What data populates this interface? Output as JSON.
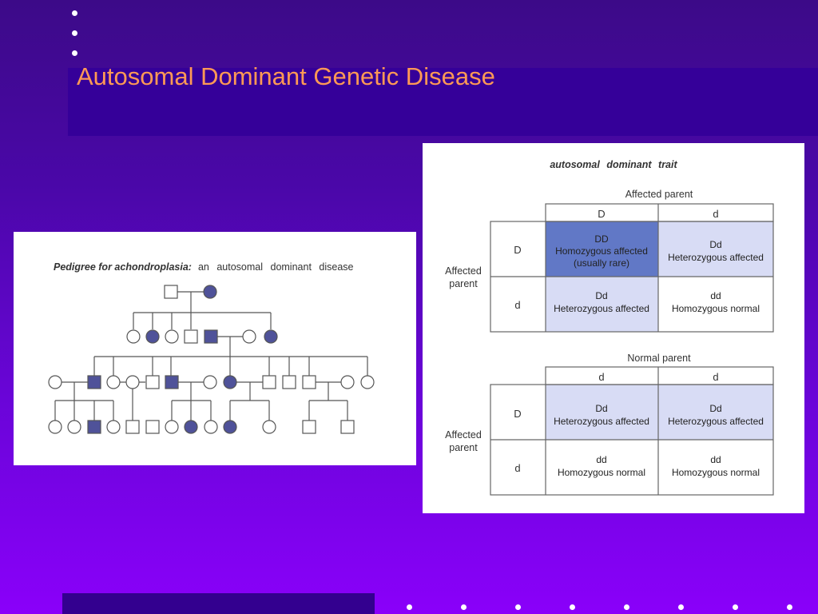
{
  "slide": {
    "title": "Autosomal Dominant Genetic Disease"
  },
  "pedigree": {
    "title_bold": "Pedigree for achondroplasia:",
    "title_rest": "an autosomal dominant disease"
  },
  "punnett": {
    "heading": "autosomal dominant trait",
    "table1": {
      "top_label": "Affected parent",
      "cols": [
        "D",
        "d"
      ],
      "side_label_line1": "Affected",
      "side_label_line2": "parent",
      "rows": [
        "D",
        "d"
      ],
      "cells": [
        [
          "DD",
          "Homozygous affected",
          "(usually rare)"
        ],
        [
          "Dd",
          "Heterozygous affected",
          ""
        ],
        [
          "Dd",
          "Heterozygous affected",
          ""
        ],
        [
          "dd",
          "Homozygous normal",
          ""
        ]
      ]
    },
    "table2": {
      "top_label": "Normal parent",
      "cols": [
        "d",
        "d"
      ],
      "side_label_line1": "Affected",
      "side_label_line2": "parent",
      "rows": [
        "D",
        "d"
      ],
      "cells": [
        [
          "Dd",
          "Heterozygous affected",
          ""
        ],
        [
          "Dd",
          "Heterozygous affected",
          ""
        ],
        [
          "dd",
          "Homozygous normal",
          ""
        ],
        [
          "dd",
          "Homozygous normal",
          ""
        ]
      ]
    }
  },
  "colors": {
    "affected_fill": "#4f5299",
    "cell_dark": "#6178c6",
    "cell_light": "#d8dcf5",
    "title": "#ff9955"
  }
}
